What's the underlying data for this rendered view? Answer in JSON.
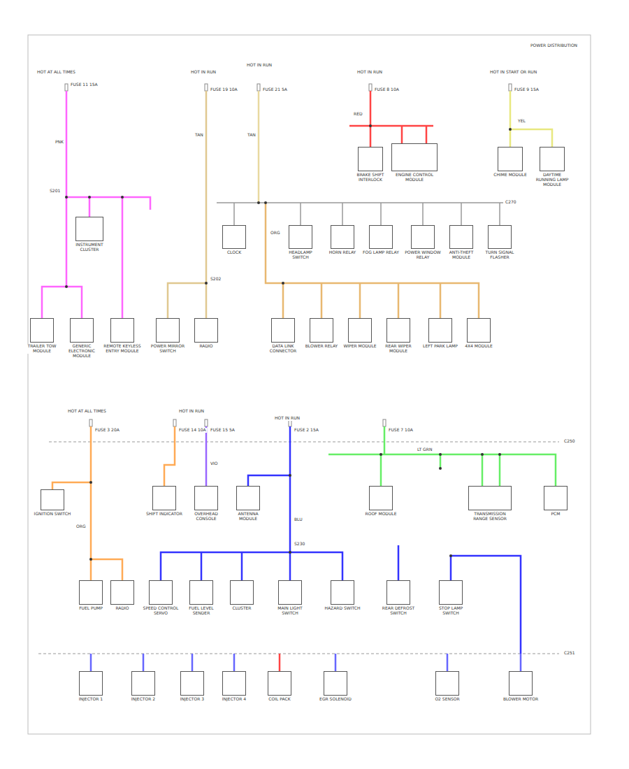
{
  "diagram": {
    "nodes": [
      {
        "text": [
          "INSTRUMENT CLUSTER"
        ]
      },
      {
        "text": [
          "BRAKE SHIFT INTERLOCK"
        ]
      },
      {
        "text": [
          "ENGINE CONTROL MODULE"
        ]
      },
      {
        "text": [
          "CHIME MODULE"
        ]
      },
      {
        "text": [
          "DAYTIME RUNNING LAMP MODULE"
        ]
      },
      {
        "text": [
          "CLOCK"
        ]
      },
      {
        "text": [
          "HEADLAMP SWITCH"
        ]
      },
      {
        "text": [
          "HORN RELAY"
        ]
      },
      {
        "text": [
          "FOG LAMP RELAY"
        ]
      },
      {
        "text": [
          "POWER WINDOW RELAY"
        ]
      },
      {
        "text": [
          "ANTI-THEFT MODULE"
        ]
      },
      {
        "text": [
          "TURN SIGNAL FLASHER"
        ]
      },
      {
        "text": [
          "TRAILER TOW MODULE"
        ]
      },
      {
        "text": [
          "GENERIC ELECTRONIC MODULE"
        ]
      },
      {
        "text": [
          "REMOTE KEYLESS ENTRY MODULE"
        ]
      },
      {
        "text": [
          "POWER MIRROR SWITCH"
        ]
      },
      {
        "text": [
          "RADIO"
        ]
      },
      {
        "text": [
          "DATA LINK CONNECTOR"
        ]
      },
      {
        "text": [
          "BLOWER RELAY"
        ]
      },
      {
        "text": [
          "WIPER MODULE"
        ]
      },
      {
        "text": [
          "REAR WIPER MODULE"
        ]
      },
      {
        "text": [
          "LEFT PARK LAMP"
        ]
      },
      {
        "text": [
          "4X4 MODULE"
        ]
      },
      {
        "text": [
          "IGNITION SWITCH"
        ]
      },
      {
        "text": [
          "SHIFT INDICATOR"
        ]
      },
      {
        "text": [
          "OVERHEAD CONSOLE"
        ]
      },
      {
        "text": [
          "ANTENNA MODULE"
        ]
      },
      {
        "text": [
          "ROOF MODULE"
        ]
      },
      {
        "text": [
          "TRANSMISSION RANGE SENSOR"
        ]
      },
      {
        "text": [
          "PCM"
        ]
      },
      {
        "text": [
          "FUEL PUMP"
        ]
      },
      {
        "text": [
          "RADIO"
        ]
      },
      {
        "text": [
          "SPEED CONTROL SERVO"
        ]
      },
      {
        "text": [
          "FUEL LEVEL SENDER"
        ]
      },
      {
        "text": [
          "CLUSTER"
        ]
      },
      {
        "text": [
          "MAIN LIGHT SWITCH"
        ]
      },
      {
        "text": [
          "HAZARD SWITCH"
        ]
      },
      {
        "text": [
          "REAR DEFROST SWITCH"
        ]
      },
      {
        "text": [
          "STOP LAMP SWITCH"
        ]
      },
      {
        "text": [
          "INJECTOR 1"
        ]
      },
      {
        "text": [
          "INJECTOR 2"
        ]
      },
      {
        "text": [
          "INJECTOR 3"
        ]
      },
      {
        "text": [
          "INJECTOR 4"
        ]
      },
      {
        "text": [
          "COIL PACK"
        ]
      },
      {
        "text": [
          "EGR SOLENOID"
        ]
      },
      {
        "text": [
          "O2 SENSOR"
        ]
      },
      {
        "text": [
          "BLOWER MOTOR"
        ]
      }
    ],
    "labels": [
      "HOT AT ALL TIMES",
      "FUSE 11 15A",
      "HOT IN RUN",
      "FUSE 19 10A",
      "HOT IN RUN",
      "FUSE 21 5A",
      "HOT IN RUN",
      "FUSE 8 10A",
      "HOT IN START OR RUN",
      "FUSE 9 15A",
      "PNK",
      "TAN",
      "TAN",
      "RED",
      "YEL",
      "S201",
      "C270",
      "S202",
      "ORG",
      "POWER DISTRIBUTION",
      "HOT AT ALL TIMES",
      "FUSE 3 20A",
      "HOT IN RUN",
      "FUSE 14 10A",
      "FUSE 15 5A",
      "FUSE 2 15A",
      "HOT IN RUN",
      "FUSE 7 10A",
      "ORG",
      "VIO",
      "BLU",
      "LT GRN",
      "C250",
      "C251",
      "S230"
    ]
  }
}
